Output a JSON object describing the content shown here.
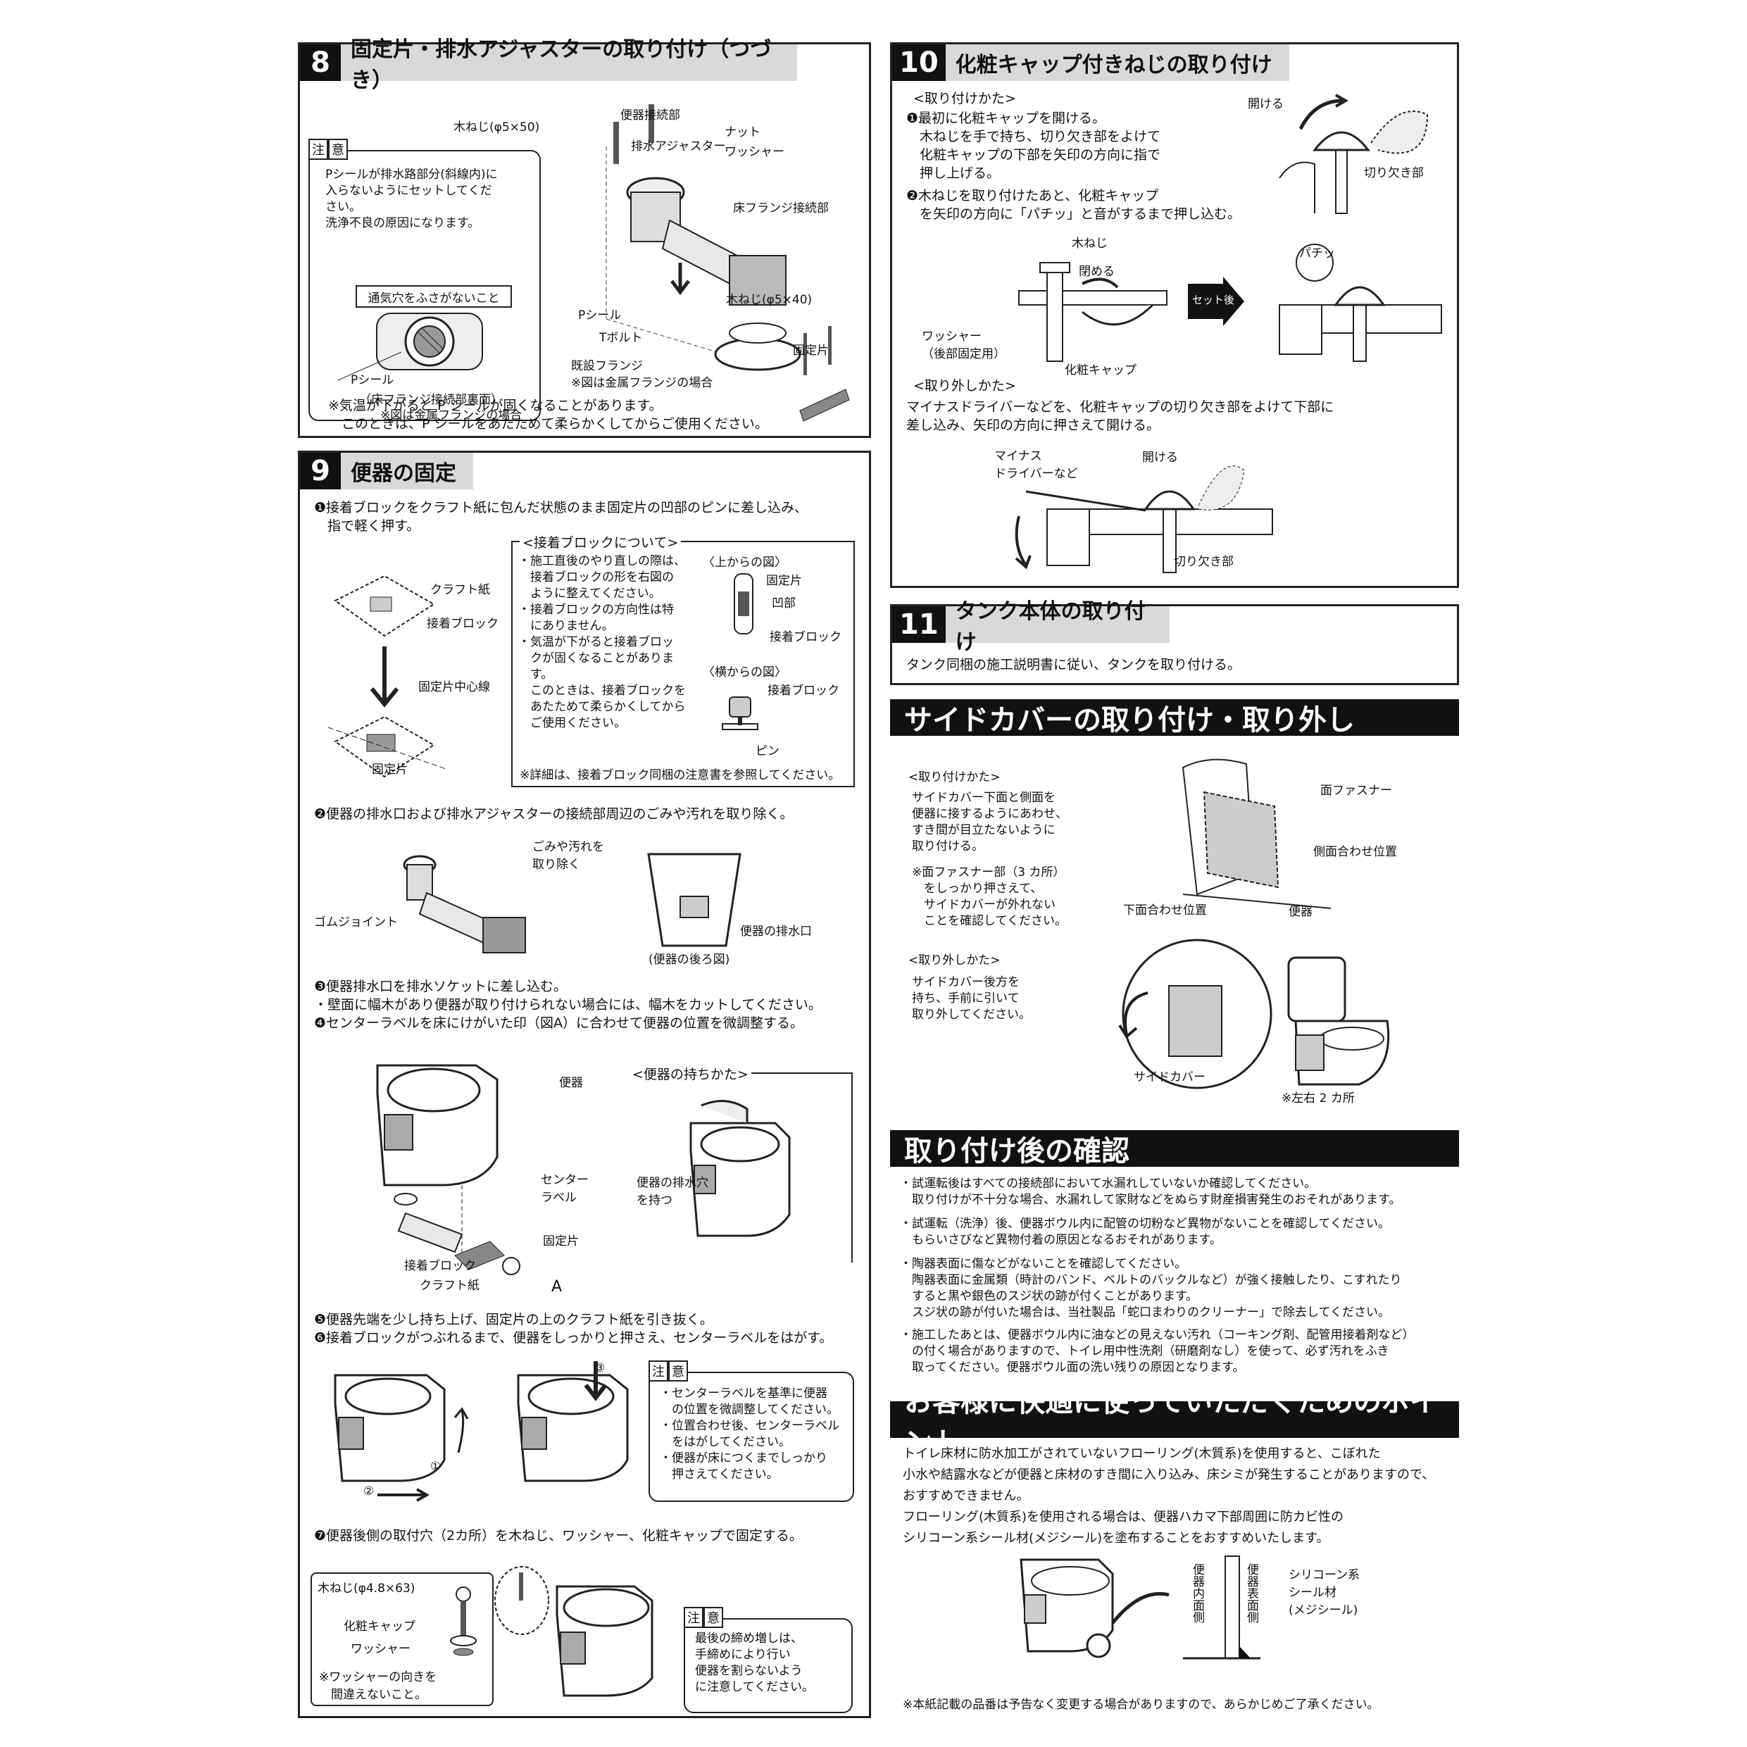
{
  "s8": {
    "num": "8",
    "title": "固定片・排水アジャスターの取り付け（つづき）",
    "note_tag": [
      "注",
      "意"
    ],
    "note_text": "Pシールが排水路部分(斜線内)に\n入らないようにセットしてくだ\nさい。\n洗浄不良の原因になります。",
    "vent": "通気穴をふさがないこと",
    "pseal1": "Pシール",
    "caption1": "（床フランジ接続部裏面）",
    "caption2": "※図は金属フランジの場合",
    "labels": {
      "screw1": "木ねじ(φ5×50)",
      "bowl_conn": "便器接続部",
      "adjuster": "排水アジャスター",
      "nut": "ナット",
      "washer": "ワッシャー",
      "floor_flange_conn": "床フランジ接続部",
      "screw2": "木ねじ(φ5×40)",
      "pseal2": "Pシール",
      "tbolt": "Tボルト",
      "fixing": "固定片",
      "existing": "既設フランジ",
      "metal_note": "※図は金属フランジの場合"
    },
    "footer": "※気温が下がると P シールが固くなることがあります。\n　このときは、P シールをあたためて柔らかくしてからご使用ください。"
  },
  "s9": {
    "num": "9",
    "title": "便器の固定",
    "step1": "❶接着ブロックをクラフト紙に包んだ状態のまま固定片の凹部のピンに差し込み、\n　指で軽く押す。",
    "block_title": "<接着ブロックについて>",
    "block_text": "・施工直後のやり直しの際は、\n　接着ブロックの形を右図の\n　ように整えてください。\n・接着ブロックの方向性は特\n　にありません。\n・気温が下がると接着ブロッ\n　クが固くなることがありま\n　す。\n　このときは、接着ブロックを\n　あたためて柔らかくしてから\n　ご使用ください。",
    "top_view": "〈上からの図〉",
    "side_view": "〈横からの図〉",
    "block_footer": "※詳細は、接着ブロック同梱の注意書を参照してください。",
    "l_kraft": "クラフト紙",
    "l_block": "接着ブロック",
    "l_center": "固定片中心線",
    "l_fix": "固定片",
    "l_fix2": "固定片",
    "l_recess": "凹部",
    "l_block2": "接着ブロック",
    "l_block3": "接着ブロック",
    "l_pin": "ピン",
    "step2": "❷便器の排水口および排水アジャスターの接続部周辺のごみや汚れを取り除く。",
    "l_dirt": "ごみや汚れを\n取り除く",
    "l_joint": "ゴムジョイント",
    "l_outlet": "便器の排水口",
    "l_back": "(便器の後ろ図)",
    "step3": "❸便器排水口を排水ソケットに差し込む。\n・壁面に幅木があり便器が取り付けられない場合には、幅木をカットしてください。\n❹センターラベルを床にけがいた印（図A）に合わせて便器の位置を微調整する。",
    "l_bowl": "便器",
    "l_centerlabel": "センター\nラベル",
    "l_fix3": "固定片",
    "l_block4": "接着ブロック",
    "l_kraft2": "クラフト紙",
    "l_A": "A",
    "hold_title": "<便器の持ちかた>",
    "l_hold": "便器の排水穴\nを持つ",
    "step5": "❺便器先端を少し持ち上げ、固定片の上のクラフト紙を引き抜く。\n❻接着ブロックがつぶれるまで、便器をしっかりと押さえ、センターラベルをはがす。",
    "c1": "①",
    "c2": "②",
    "c3": "③",
    "note2_tag": [
      "注",
      "意"
    ],
    "note2_text": "・センターラベルを基準に便器\n　の位置を微調整してください。\n・位置合わせ後、センターラベル\n　をはがしてください。\n・便器が床につくまでしっかり\n　押さえてください。",
    "step7": "❼便器後側の取付穴（2カ所）を木ねじ、ワッシャー、化粧キャップで固定する。",
    "l_screw": "木ねじ(φ4.8×63)",
    "l_cap": "化粧キャップ",
    "l_washer": "ワッシャー",
    "l_washer_note": "※ワッシャーの向きを\n　間違えないこと。",
    "note3_tag": [
      "注",
      "意"
    ],
    "note3_text": "最後の締め増しは、\n手締めにより行い\n便器を割らないよう\nに注意してください。"
  },
  "s10": {
    "num": "10",
    "title": "化粧キャップ付きねじの取り付け",
    "how_attach": "<取り付けかた>",
    "step1": "❶最初に化粧キャップを開ける。\n　木ねじを手で持ち、切り欠き部をよけて\n　化粧キャップの下部を矢印の方向に指で\n　押し上げる。",
    "step2": "❷木ねじを取り付けたあと、化粧キャップ\n　を矢印の方向に「パチッ」と音がするまで押し込む。",
    "l_open": "開ける",
    "l_notch": "切り欠き部",
    "l_screw": "木ねじ",
    "l_close": "閉める",
    "l_washer": "ワッシャー\n（後部固定用）",
    "l_cap": "化粧キャップ",
    "l_after": "セット後",
    "l_click": "パチッ",
    "how_remove": "<取り外しかた>",
    "remove_text": "マイナスドライバーなどを、化粧キャップの切り欠き部をよけて下部に\n差し込み、矢印の方向に押さえて開ける。",
    "l_driver": "マイナス\nドライバーなど",
    "l_open2": "開ける",
    "l_notch2": "切り欠き部"
  },
  "s11": {
    "num": "11",
    "title": "タンク本体の取り付け",
    "text": "タンク同梱の施工説明書に従い、タンクを取り付ける。"
  },
  "side_cover": {
    "banner": "サイドカバーの取り付け・取り外し",
    "attach_title": "<取り付けかた>",
    "attach_text": "サイドカバー下面と側面を\n便器に接するようにあわせ、\nすき間が目立たないように\n取り付ける。",
    "attach_note": "※面ファスナー部（3 カ所）\n　をしっかり押さえて、\n　サイドカバーが外れない\n　ことを確認してください。",
    "remove_title": "<取り外しかた>",
    "remove_text": "サイドカバー後方を\n持ち、手前に引いて\n取り外してください。",
    "l_fastener": "面ファスナー",
    "l_side": "側面合わせ位置",
    "l_bottom": "下面合わせ位置",
    "l_bowl": "便器",
    "l_cover": "サイドカバー",
    "l_both": "※左右 2 カ所"
  },
  "check": {
    "banner": "取り付け後の確認",
    "items": [
      "・試運転後はすべての接続部において水漏れしていないか確認してください。\n　取り付けが不十分な場合、水漏れして家財などをぬらす財産損害発生のおそれがあります。",
      "・試運転（洗浄）後、便器ボウル内に配管の切粉など異物がないことを確認してください。\n　もらいさびなど異物付着の原因となるおそれがあります。",
      "・陶器表面に傷などがないことを確認してください。\n　陶器表面に金属類（時計のバンド、ベルトのバックルなど）が強く接触したり、こすれたり\n　すると黒や銀色のスジ状の跡が付くことがあります。\n　スジ状の跡が付いた場合は、当社製品「蛇口まわりのクリーナー」で除去してください。",
      "・施工したあとは、便器ボウル内に油などの見えない汚れ（コーキング剤、配管用接着剤など）\n　の付く場合がありますので、トイレ用中性洗剤（研磨剤なし）を使って、必ず汚れをふき\n　取ってください。便器ボウル面の洗い残りの原因となります。"
    ]
  },
  "tips": {
    "banner": "お客様に快適に使っていただくためのポイント",
    "text": "トイレ床材に防水加工がされていないフローリング(木質系)を使用すると、こぼれた\n小水や結露水などが便器と床材のすき間に入り込み、床シミが発生することがありますので、\nおすすめできません。\nフローリング(木質系)を使用される場合は、便器ハカマ下部周囲に防カビ性の\nシリコーン系シール材(メジシール)を塗布することをおすすめいたします。",
    "l_inner": "便器内面側",
    "l_surface": "便器表面側",
    "l_silicone": "シリコーン系\nシール材\n(メジシール)",
    "footnote": "※本紙記載の品番は予告なく変更する場合がありますので、あらかじめご了承ください。"
  }
}
